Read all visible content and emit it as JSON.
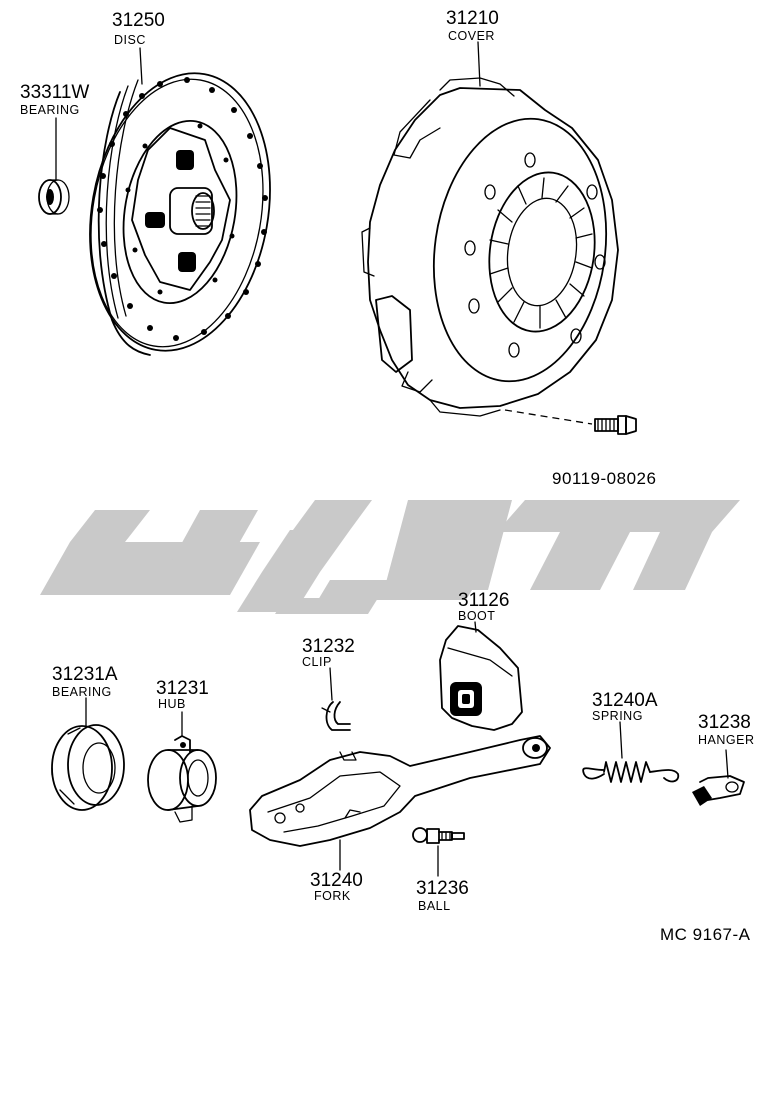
{
  "parts": {
    "disc": {
      "number": "31250",
      "label": "DISC"
    },
    "bearing_pilot": {
      "number": "33311W",
      "label": "BEARING"
    },
    "cover": {
      "number": "31210",
      "label": "COVER"
    },
    "bolt": {
      "number": "90119-08026"
    },
    "boot": {
      "number": "31126",
      "label": "BOOT"
    },
    "clip": {
      "number": "31232",
      "label": "CLIP"
    },
    "bearing_release": {
      "number": "31231A",
      "label": "BEARING"
    },
    "hub": {
      "number": "31231",
      "label": "HUB"
    },
    "spring": {
      "number": "31240A",
      "label": "SPRING"
    },
    "hanger": {
      "number": "31238",
      "label": "HANGER"
    },
    "fork": {
      "number": "31240",
      "label": "FORK"
    },
    "ball": {
      "number": "31236",
      "label": "BALL"
    }
  },
  "diagram_code": "MC 9167-A",
  "colors": {
    "ink": "#000000",
    "watermark": "#c9c9c9",
    "background": "#ffffff"
  }
}
